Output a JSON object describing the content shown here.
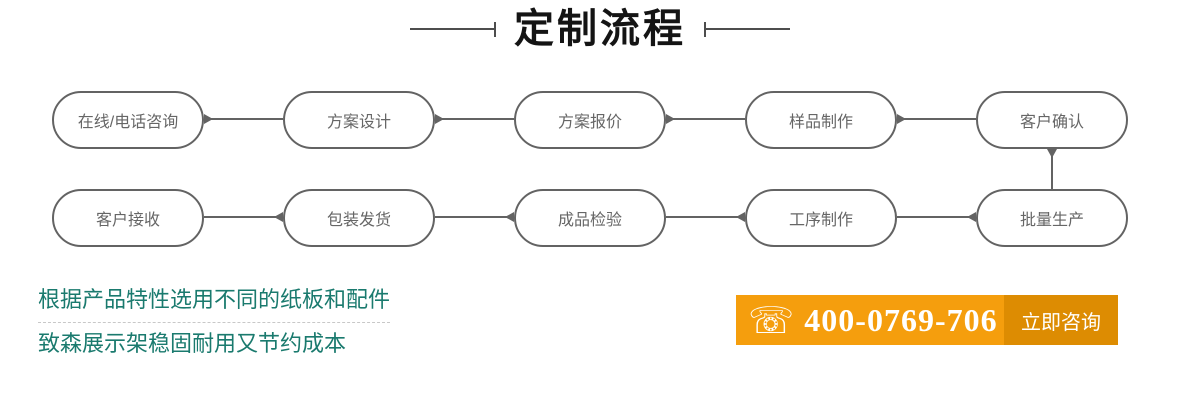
{
  "title": {
    "text": "定制流程"
  },
  "flow": {
    "rows": [
      {
        "direction": "left-to-right",
        "steps": [
          "在线/电话咨询",
          "方案设计",
          "方案报价",
          "样品制作",
          "客户确认"
        ]
      },
      {
        "direction": "right-to-left",
        "steps": [
          "客户接收",
          "包装发货",
          "成品检验",
          "工序制作",
          "批量生产"
        ]
      }
    ]
  },
  "tagline": {
    "line1": "根据产品特性选用不同的纸板和配件",
    "line2": "致森展示架稳固耐用又节约成本"
  },
  "banner": {
    "phone_icon": "☏",
    "phone_icon_name": "telephone-icon",
    "number": "400-0769-706",
    "cta": "立即咨询"
  },
  "colors": {
    "line_gray": "#636363",
    "tagline_teal": "#1a7a6e",
    "banner_orange": "#f59e0d",
    "cta_orange_dark": "#dd8c02",
    "title_black": "#141414"
  }
}
